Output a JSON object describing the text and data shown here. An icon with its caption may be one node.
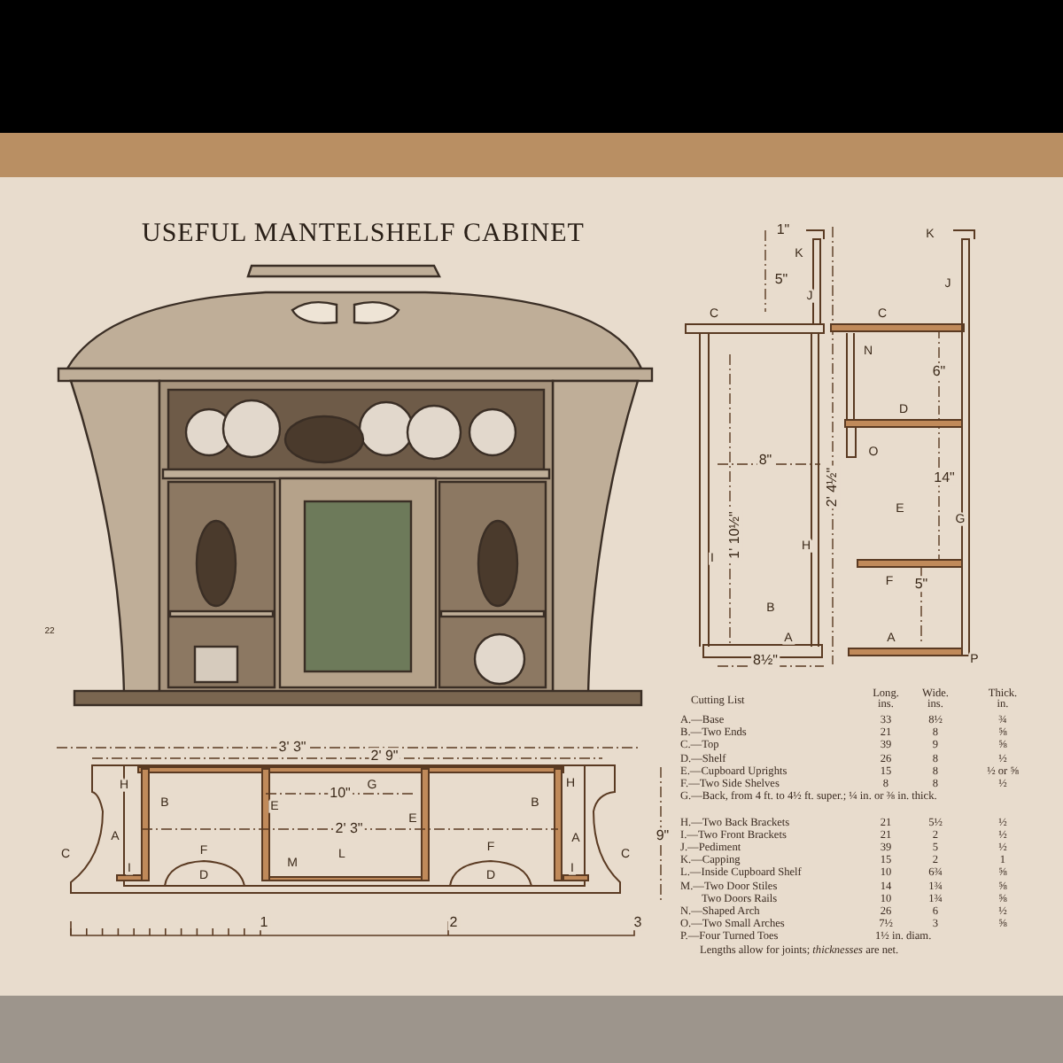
{
  "diagram": {
    "title": "USEFUL MANTELSHELF CABINET",
    "labels": [
      "22",
      "1\"",
      "K",
      "5\"",
      "J",
      "C",
      "C",
      "N",
      "6\"",
      "D",
      "8\"",
      "O",
      "2' 4½\"",
      "1' 10½\"",
      "14\"",
      "E",
      "G",
      "I",
      "H",
      "B",
      "F",
      "5\"",
      "A",
      "A",
      "P",
      "8½\"",
      "K",
      "J",
      "3' 3\"",
      "2' 9\"",
      "H",
      "G",
      "H",
      "10\"",
      "B",
      "E",
      "E",
      "B",
      "A",
      "2' 3\"",
      "A",
      "C",
      "F",
      "L",
      "F",
      "C",
      "9\"",
      "I",
      "M",
      "D",
      "D",
      "I",
      "1",
      "2",
      "3",
      "Cutting List",
      "Long. ins.",
      "Wide. ins.",
      "Thick. in.",
      "A.—Base",
      "33",
      "8½",
      "¾",
      "B.—Two Ends",
      "21",
      "8",
      "⅝",
      "C.—Top",
      "39",
      "9",
      "⅝",
      "D.—Shelf",
      "26",
      "8",
      "½",
      "E.—Cupboard Uprights",
      "15",
      "8",
      "½ or ⅝",
      "F.—Two Side Shelves",
      "8",
      "8",
      "½",
      "G.—Back, from 4 ft. to 4½ ft. super.; ¼ in. or ⅜ in. thick.",
      "H.—Two Back Brackets",
      "21",
      "5½",
      "½",
      "I.—Two Front Brackets",
      "21",
      "2",
      "½",
      "J.—Pediment",
      "39",
      "5",
      "½",
      "K.—Capping",
      "15",
      "2",
      "1",
      "L.—Inside Cupboard Shelf",
      "10",
      "6¾",
      "⅝",
      "M.—Two Door Stiles",
      "14",
      "1¾",
      "⅝",
      "Two Doors Rails",
      "10",
      "1¾",
      "⅝",
      "N.—Shaped Arch",
      "26",
      "6",
      "½",
      "O.—Two Small Arches",
      "7½",
      "3",
      "⅝",
      "P.—Four Turned Toes",
      "1½ in. diam.",
      "Lengths allow for joints; *thicknesses* are net."
    ]
  }
}
